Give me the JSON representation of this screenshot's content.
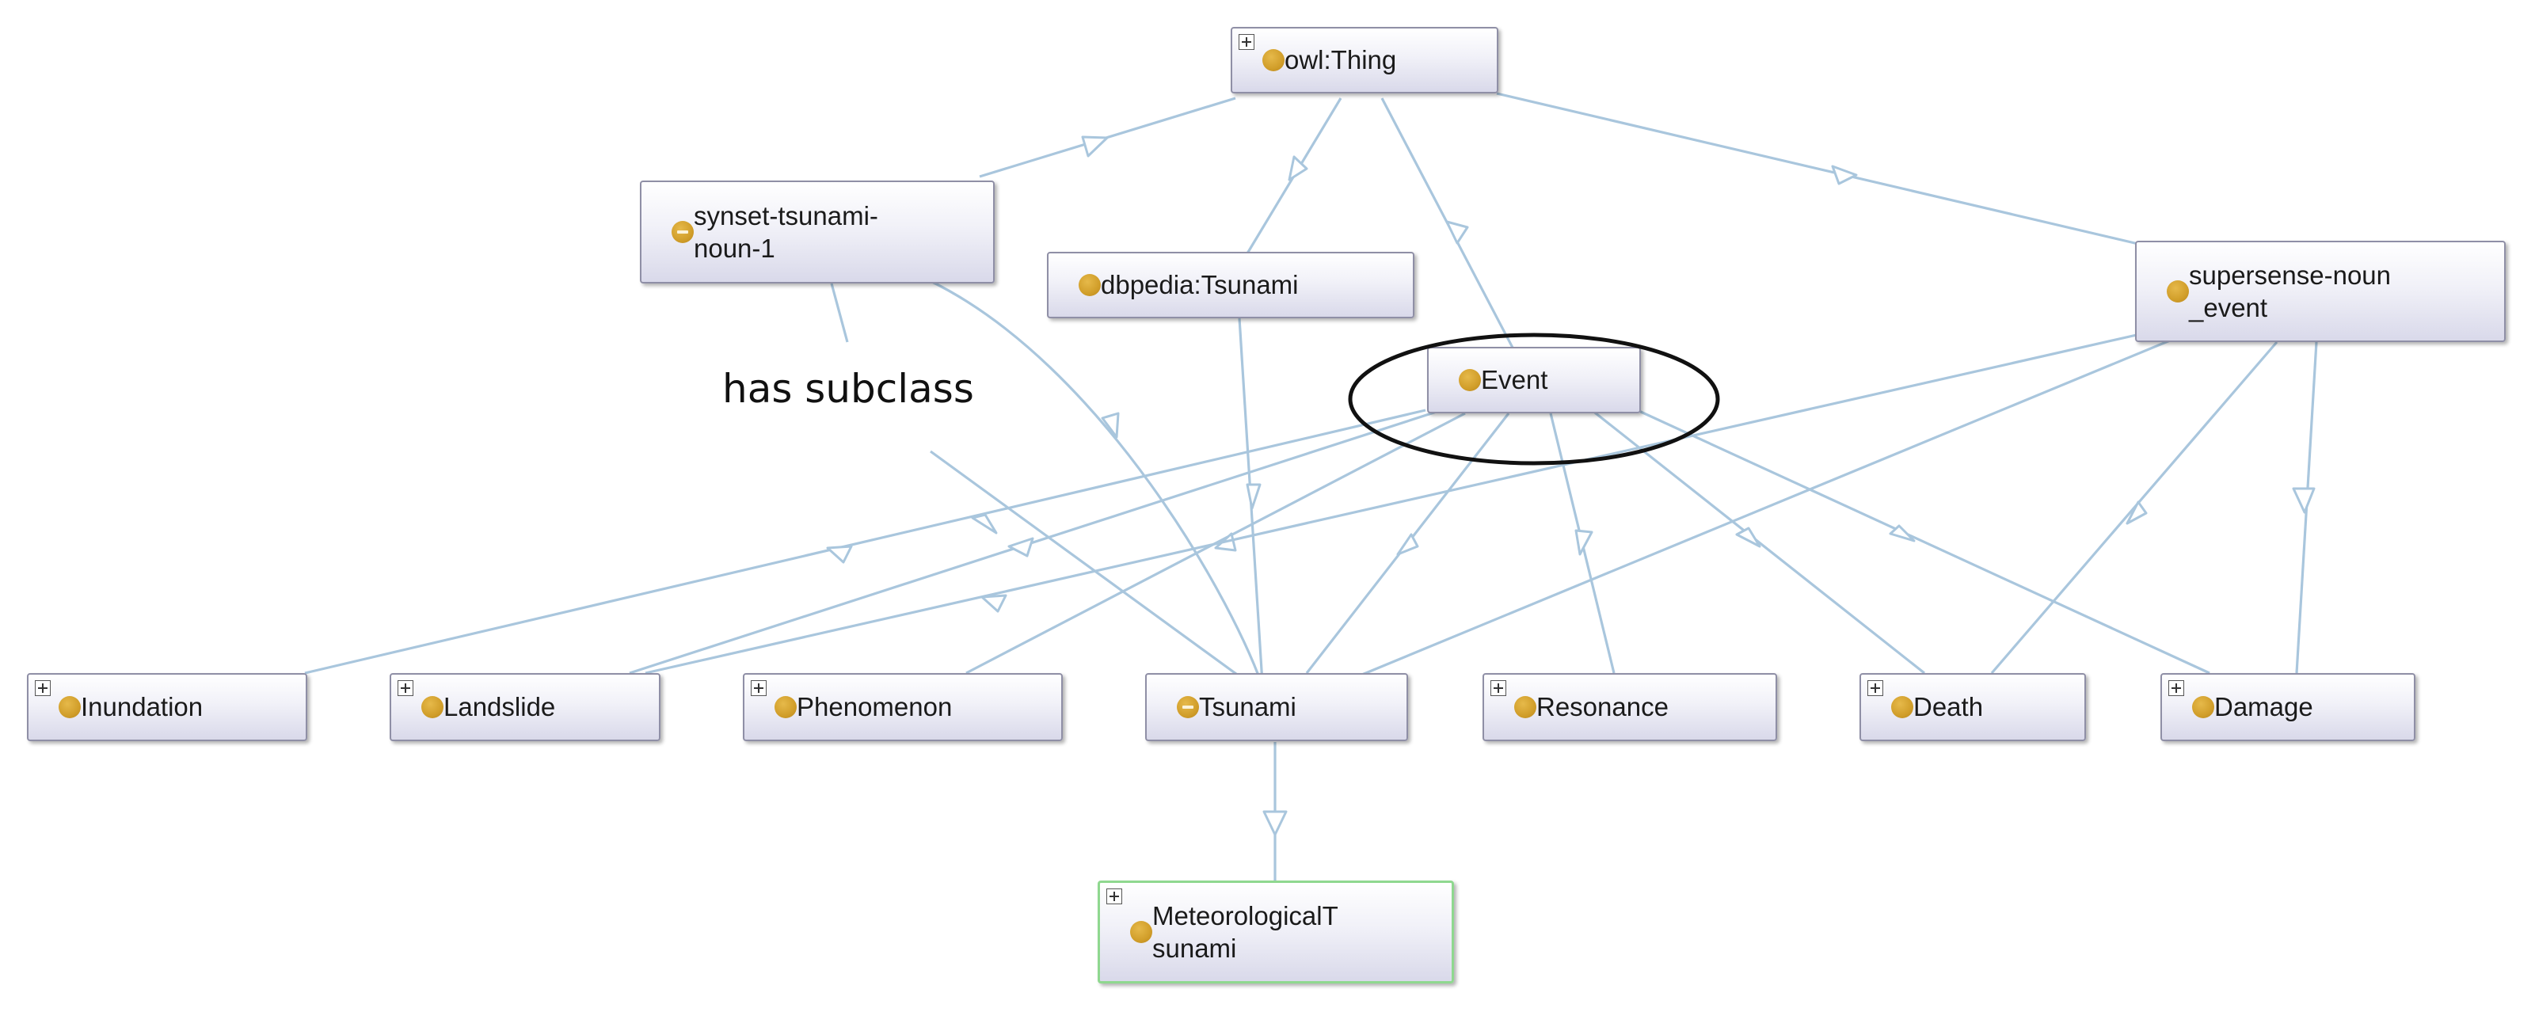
{
  "diagram": {
    "annotation": "has subclass",
    "nodes": [
      {
        "id": "owl-thing",
        "label": "owl:Thing",
        "expand": true
      },
      {
        "id": "synset-tsunami-noun-1",
        "label": "synset-tsunami-\nnoun-1",
        "expand": false
      },
      {
        "id": "dbpedia-tsunami",
        "label": "dbpedia:Tsunami",
        "expand": false
      },
      {
        "id": "supersense-noun-event",
        "label": "supersense-noun\n_event",
        "expand": false
      },
      {
        "id": "event",
        "label": "Event",
        "expand": false,
        "highlighted": true
      },
      {
        "id": "inundation",
        "label": "Inundation",
        "expand": true
      },
      {
        "id": "landslide",
        "label": "Landslide",
        "expand": true
      },
      {
        "id": "phenomenon",
        "label": "Phenomenon",
        "expand": true
      },
      {
        "id": "tsunami",
        "label": "Tsunami",
        "expand": false
      },
      {
        "id": "resonance",
        "label": "Resonance",
        "expand": true
      },
      {
        "id": "death",
        "label": "Death",
        "expand": true
      },
      {
        "id": "damage",
        "label": "Damage",
        "expand": true
      },
      {
        "id": "meteorological-tsunami",
        "label": "MeteorologicalT\nsunami",
        "expand": true,
        "selected": true
      }
    ],
    "edges": [
      {
        "from": "owl-thing",
        "to": "synset-tsunami-noun-1"
      },
      {
        "from": "owl-thing",
        "to": "dbpedia-tsunami"
      },
      {
        "from": "owl-thing",
        "to": "event"
      },
      {
        "from": "owl-thing",
        "to": "supersense-noun-event"
      },
      {
        "from": "synset-tsunami-noun-1",
        "to": "tsunami"
      },
      {
        "from": "synset-tsunami-noun-1",
        "to": "tsunami"
      },
      {
        "from": "dbpedia-tsunami",
        "to": "tsunami"
      },
      {
        "from": "event",
        "to": "inundation"
      },
      {
        "from": "event",
        "to": "landslide"
      },
      {
        "from": "event",
        "to": "phenomenon"
      },
      {
        "from": "event",
        "to": "tsunami"
      },
      {
        "from": "event",
        "to": "resonance"
      },
      {
        "from": "event",
        "to": "death"
      },
      {
        "from": "event",
        "to": "damage"
      },
      {
        "from": "supersense-noun-event",
        "to": "landslide"
      },
      {
        "from": "supersense-noun-event",
        "to": "tsunami"
      },
      {
        "from": "supersense-noun-event",
        "to": "death"
      },
      {
        "from": "supersense-noun-event",
        "to": "damage"
      },
      {
        "from": "tsunami",
        "to": "meteorological-tsunami"
      }
    ]
  },
  "colors": {
    "edge": "#a9c6dd",
    "class_dot": "#d4a12c",
    "node_border": "#8f8fa6",
    "selected_border": "#8fd88f",
    "focus_ellipse": "#111111"
  }
}
